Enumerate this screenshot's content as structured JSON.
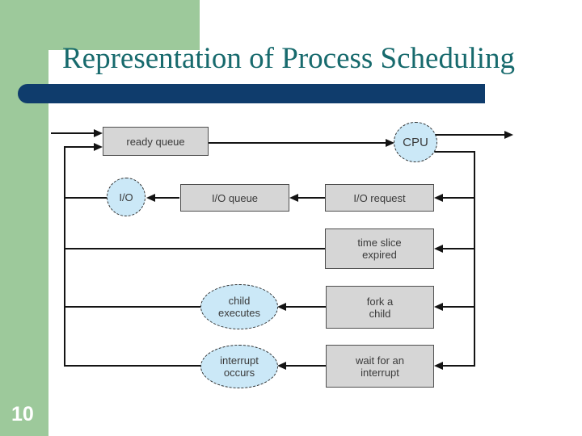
{
  "slide": {
    "title": "Representation of Process Scheduling",
    "page_number": "10"
  },
  "colors": {
    "sidebar-green": "#9dc99b",
    "accent-navy": "#0f3c6c",
    "title-teal": "#176a6d",
    "node-box-fill": "#d6d6d6",
    "node-box-border": "#4f4f4f",
    "node-ellipse-fill": "#cbe8f7",
    "connector": "#141414"
  },
  "diagram": {
    "nodes": {
      "ready_queue": {
        "label": "ready queue",
        "shape": "rect"
      },
      "cpu": {
        "label": "CPU",
        "shape": "ellipse"
      },
      "io": {
        "label": "I/O",
        "shape": "ellipse"
      },
      "io_queue": {
        "label": "I/O queue",
        "shape": "rect"
      },
      "io_request": {
        "label": "I/O request",
        "shape": "rect"
      },
      "time_slice_expired": {
        "label": "time slice\nexpired",
        "shape": "rect"
      },
      "child_executes": {
        "label": "child\nexecutes",
        "shape": "ellipse"
      },
      "fork_a_child": {
        "label": "fork a\nchild",
        "shape": "rect"
      },
      "interrupt_occurs": {
        "label": "interrupt\noccurs",
        "shape": "ellipse"
      },
      "wait_for_interrupt": {
        "label": "wait for an\ninterrupt",
        "shape": "rect"
      }
    }
  }
}
